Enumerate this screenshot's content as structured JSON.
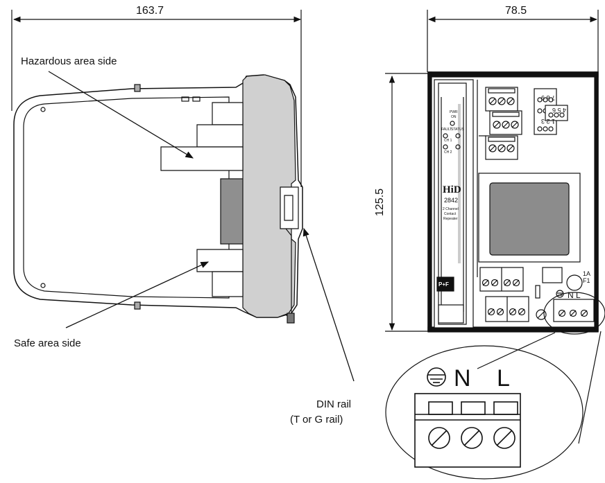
{
  "dimensions": {
    "width_overall": "163.7",
    "width_front": "78.5",
    "height_front": "125.5"
  },
  "labels": {
    "hazardous": "Hazardous area side",
    "safe": "Safe area side",
    "din_line1": "DIN rail",
    "din_line2": "(T or G rail)"
  },
  "module": {
    "brand": "HiD",
    "model": "2842",
    "desc_line1": "2 Channel",
    "desc_line2": "Contact",
    "desc_line3": "Repeater",
    "led_pwr": "PWR",
    "led_on": "ON",
    "led_fault": "FAULT",
    "led_status": "STATUS",
    "led_ch1": "CH 1",
    "led_ch2": "CH 2",
    "logo": "P+F"
  },
  "board": {
    "fuse": "1A",
    "fuse_id": "F1",
    "pins_top": "7 8 9",
    "pins_mid": "4 5 6",
    "pins_bot": "1 2 3",
    "supply_small": "N L"
  },
  "zoom": {
    "n": "N",
    "l": "L"
  }
}
